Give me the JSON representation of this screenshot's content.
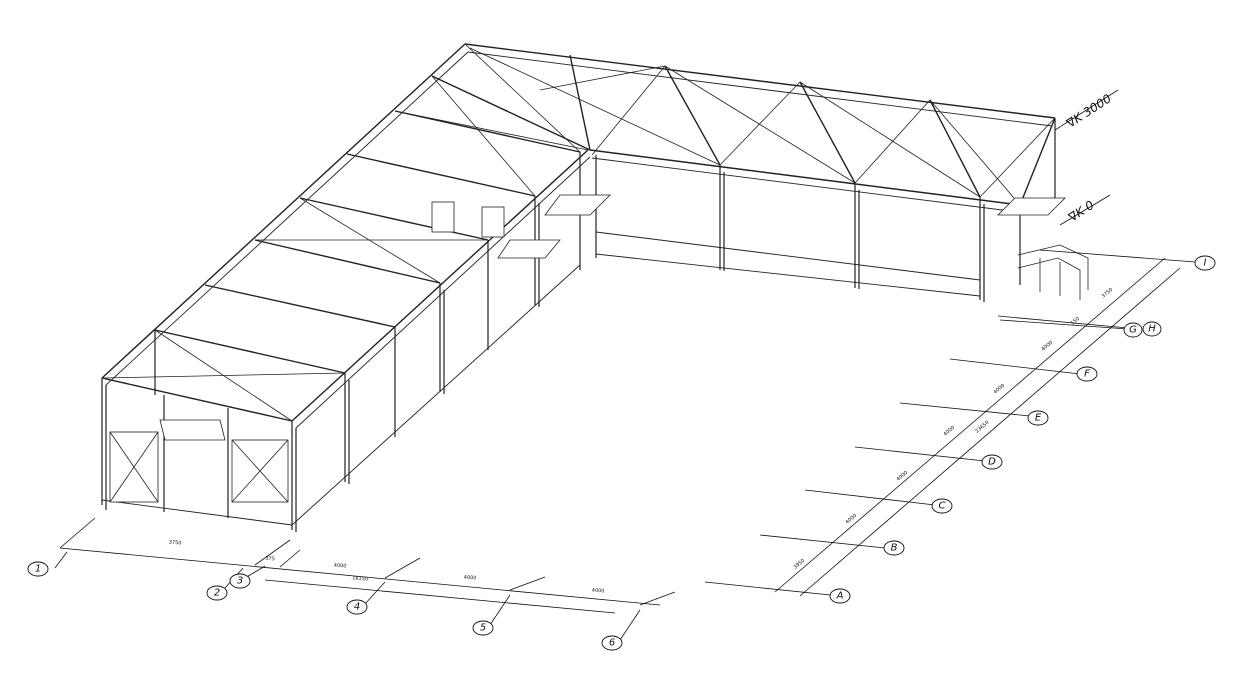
{
  "levels": [
    {
      "id": "top",
      "label": "∇K 3000"
    },
    {
      "id": "ground",
      "label": "∇K 0"
    }
  ],
  "grid_numbers": [
    "1",
    "2",
    "3",
    "4",
    "5",
    "6"
  ],
  "grid_letters": [
    "A",
    "B",
    "C",
    "D",
    "E",
    "F",
    "G",
    "H",
    "I"
  ],
  "dims_front": [
    {
      "id": "d12",
      "text": "3750"
    },
    {
      "id": "d23",
      "text": "375"
    },
    {
      "id": "d34",
      "text": "4000"
    },
    {
      "id": "d45",
      "text": "4000"
    },
    {
      "id": "d56",
      "text": "4000"
    },
    {
      "id": "dtot",
      "text": "16150"
    }
  ],
  "dims_side": [
    {
      "id": "dAB",
      "text": "3950"
    },
    {
      "id": "dBC",
      "text": "4000"
    },
    {
      "id": "dCD",
      "text": "4000"
    },
    {
      "id": "dDE",
      "text": "4000"
    },
    {
      "id": "dEF",
      "text": "4000"
    },
    {
      "id": "dFG",
      "text": "4000"
    },
    {
      "id": "dGH",
      "text": "150"
    },
    {
      "id": "dHI",
      "text": "3750"
    },
    {
      "id": "dsub",
      "text": "23650"
    }
  ]
}
